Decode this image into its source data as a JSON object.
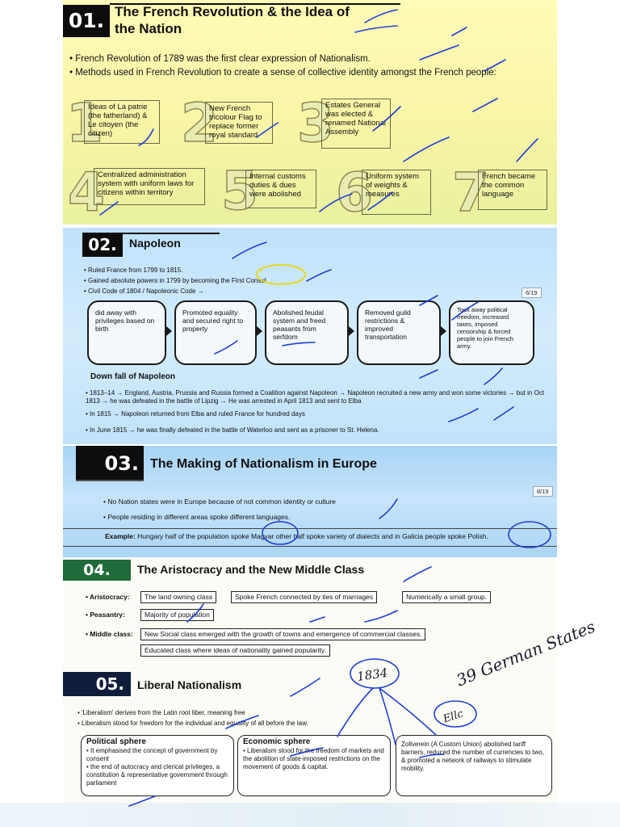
{
  "s1": {
    "num": "01.",
    "title": "The French Revolution & the Idea of the Nation",
    "bullets": [
      "• French Revolution of 1789 was the first clear expression of Nationalism.",
      "• Methods used in French Revolution to create a sense of collective identity amongst the French people:"
    ],
    "items": [
      {
        "num": "1",
        "text": "Ideas of La patrie (the fatherland) & Le citoyen (the citizen)"
      },
      {
        "num": "2",
        "text": "New French tricolour Flag to replace former royal standard"
      },
      {
        "num": "3",
        "text": "Estates General was elected & renamed National Assembly"
      },
      {
        "num": "4",
        "text": "Centralized administration system with uniform laws for citizens within territory"
      },
      {
        "num": "5",
        "text": "Internal customs duties & dues were abolished"
      },
      {
        "num": "6",
        "text": "Uniform system of weights & measures"
      },
      {
        "num": "7",
        "text": "French became the common language"
      }
    ]
  },
  "s2": {
    "num": "02.",
    "title": "Napoleon",
    "bullets": [
      "• Ruled France from 1799 to 1815.",
      "• Gained absolute powers in 1799 by becoming the First Consul.",
      "• Civil Code of 1804 / Napoleonic Code →"
    ],
    "page": "6/19",
    "code": [
      "did away with privileges based on birth",
      "Promoted equality and secured right to property",
      "Abolished feudal system and freed peasants from serfdom",
      "Removed guild restrictions & improved transportation",
      "Took away political freedom, increased taxes, imposed censorship & forced people to join French army."
    ],
    "downfall_title": "Down fall of Napoleon",
    "downfall": [
      "• 1813–14 → England, Austria, Prussia and Russia formed a Coalition against Napoleon → Napoleon recruited a new army and won some victories → but in Oct 1813 → he was defeated in the battle of Lipzig → He was arrested in April 1813 and sent to Elba",
      "• In 1815 → Napoleon returned from Elba and ruled France for hundred days",
      "• In June 1815 → he was finally defeated in the battle of Waterloo and sent as a prisoner to St. Helena."
    ]
  },
  "s3": {
    "num": "03.",
    "title": "The Making of Nationalism in Europe",
    "page": "8/19",
    "bullets": [
      "• No Nation states were in Europe because of not common identity or culture",
      "• People residing in different areas spoke different languages."
    ],
    "example_label": "Example:",
    "example_text": "Hungary half of the population spoke Magyar other half spoke variety of dialects and in Galicia people spoke Polish."
  },
  "s4": {
    "num": "04.",
    "title": "The Aristocracy and the New Middle Class",
    "rows": [
      {
        "label": "• Aristocracy:",
        "tags": [
          "The land owning class",
          "Spoke French connected by ties of marriages",
          "Numerically a small group."
        ]
      },
      {
        "label": "• Peasantry:",
        "tags": [
          "Majority of population"
        ]
      },
      {
        "label": "• Middle class:",
        "tags": [
          "New Social class emerged with the growth of towns and emergence of commercial classes.",
          "Educated class where ideas of nationality gained popularity."
        ]
      }
    ]
  },
  "s5": {
    "num": "05.",
    "title": "Liberal Nationalism",
    "bullets": [
      "• 'Liberalism' derives from the Latin root liber, meaning free",
      "• Liberalism stood for freedom for the individual and equality of all before the law."
    ],
    "spheres": [
      {
        "title": "Political sphere",
        "lines": [
          "• It emphasised the concept of government by consent",
          "• the end of autocracy and clerical privileges, a constitution & representative government through parliament"
        ]
      },
      {
        "title": "Economic sphere",
        "lines": [
          "• Liberalism stood for the freedom of markets and the abolition of state-imposed restrictions on the movement of goods & capital."
        ]
      },
      {
        "title": "",
        "lines": [
          "Zollverein (A Custom Union) abolished tariff barriers, reduced the number of currencies to two, & promoted a network of railways to stimulate mobility."
        ]
      }
    ]
  },
  "annotations": {
    "year": "1834",
    "states": "39 German States",
    "count": "Ellc"
  }
}
